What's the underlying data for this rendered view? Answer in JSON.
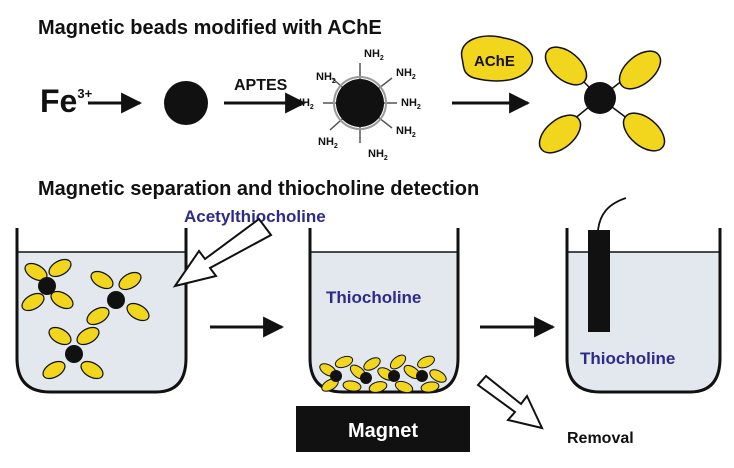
{
  "headings": {
    "top": "Magnetic beads modified with AChE",
    "bottom": "Magnetic separation and thiocholine detection"
  },
  "reagents": {
    "fe_base": "Fe",
    "fe_charge": "3+",
    "aptes": "APTES",
    "ache": "AChE",
    "amine_group": "NH",
    "amine_subscript": "2"
  },
  "labels": {
    "acetylthiocholine": "Acetylthiocholine",
    "thiocholine_beaker2": "Thiocholine",
    "thiocholine_beaker3": "Thiocholine",
    "magnet": "Magnet",
    "removal": "Removal"
  },
  "colors": {
    "enzyme_fill": "#f2d61e",
    "bead_fill": "#111111",
    "solution_fill": "#e2e8ee",
    "label_blue": "#2e2a8c",
    "magnet_fill": "#111111"
  }
}
